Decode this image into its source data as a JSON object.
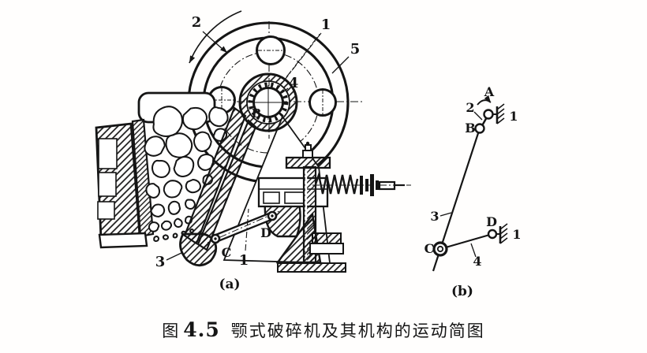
{
  "colors": {
    "ink": "#151515",
    "paper": "#fffefd"
  },
  "caption": {
    "prefix": "图",
    "number": "4.5",
    "title": "颚式破碎机及其机构的运动简图"
  },
  "part_a": {
    "label": "(a)",
    "callouts": {
      "flywheel": "2",
      "frame_upper": "1",
      "rim": "5",
      "eccentric": "4",
      "joint_b": "B",
      "jaw_bottom": "3",
      "joint_c": "C",
      "frame_lower": "1",
      "joint_d": "D"
    }
  },
  "part_b": {
    "label": "(b)",
    "callouts": {
      "joint_a": "A",
      "crank": "2",
      "joint_b": "B",
      "ground_upper": "1",
      "rocker": "3",
      "joint_c": "C",
      "toggle": "4",
      "joint_d": "D",
      "ground_lower": "1"
    }
  }
}
